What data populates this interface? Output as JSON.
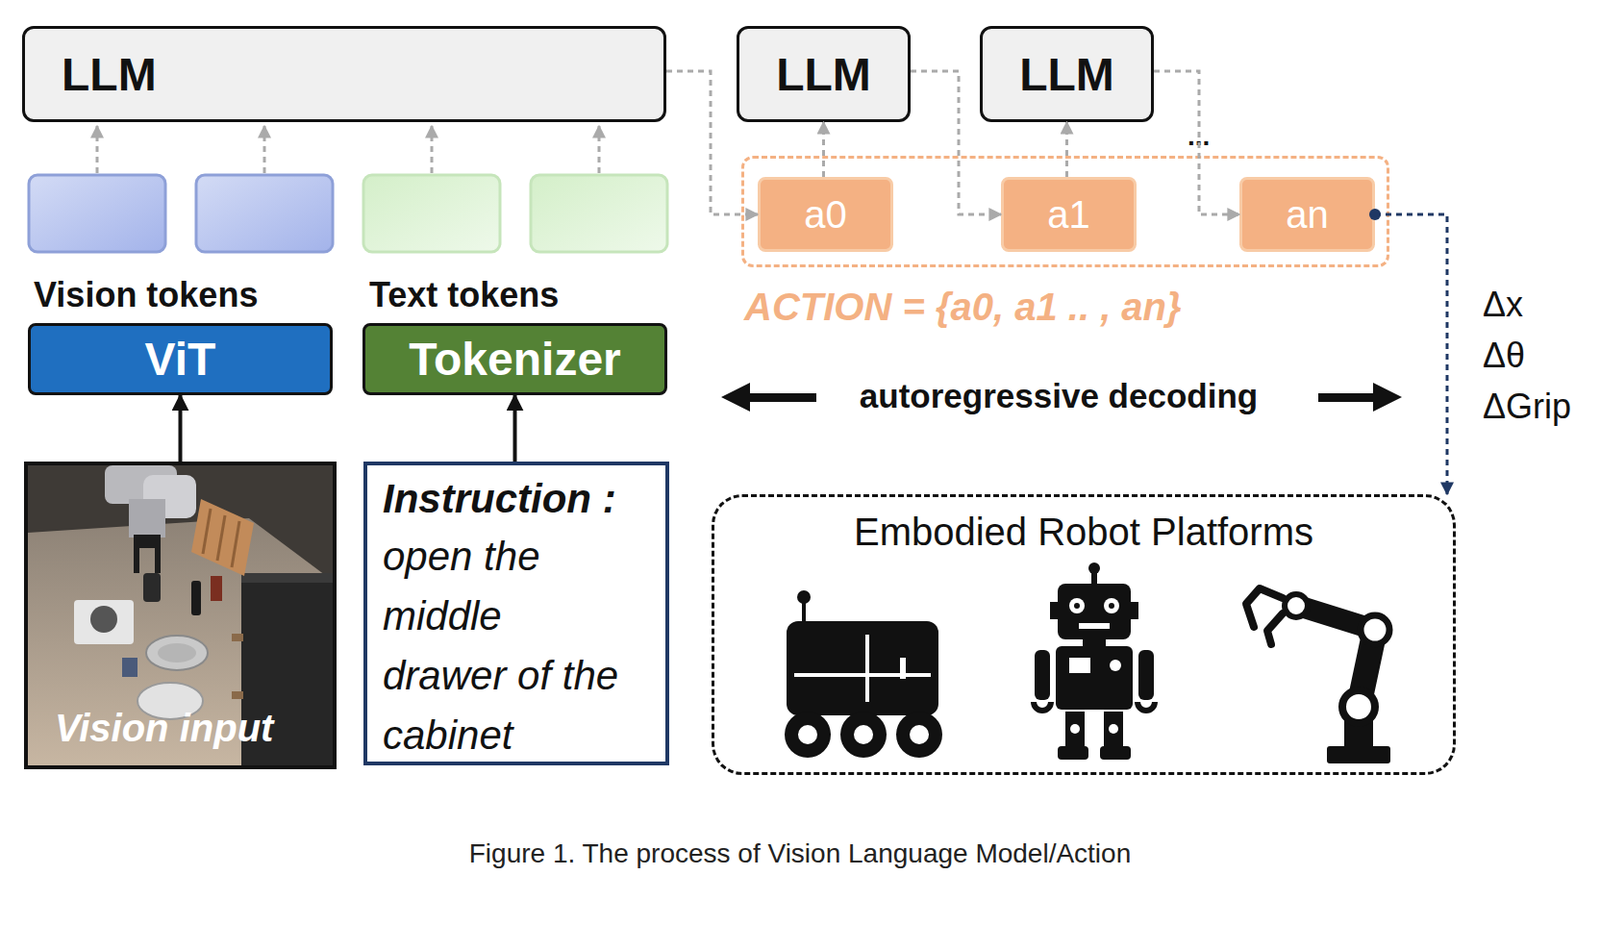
{
  "diagram": {
    "caption": "Figure 1. The process of Vision Language Model/Action",
    "nodes": [
      {
        "text": [
          "LLM"
        ]
      },
      {
        "text": [
          "LLM"
        ]
      },
      {
        "text": [
          "LLM"
        ]
      },
      {
        "text": [
          "ACTION = {a0, a1 .. , an}"
        ]
      },
      {
        "text": [
          "a0"
        ],
        "in": 3
      },
      {
        "text": [
          "a1"
        ],
        "in": 3
      },
      {
        "text": [
          "an"
        ],
        "in": 3
      },
      {
        "text": [
          "ViT"
        ]
      },
      {
        "text": [
          "Tokenizer"
        ]
      },
      {
        "text": [
          "Vision input"
        ]
      },
      {
        "text": [
          "Instruction :",
          "open the middle drawer of the cabinet"
        ]
      },
      {
        "text": [
          "Embodied Robot Platforms"
        ]
      }
    ],
    "edges": [
      {
        "from": 0,
        "to": 4,
        "arrow": "to"
      },
      {
        "from": 4,
        "to": 1,
        "arrow": "to"
      },
      {
        "from": 1,
        "to": 5,
        "arrow": "to"
      },
      {
        "from": 5,
        "to": 2,
        "arrow": "to"
      },
      {
        "from": 2,
        "to": 6,
        "arrow": "to"
      },
      {
        "from": 6,
        "to": 11,
        "arrow": "to"
      },
      {
        "from": 9,
        "to": 7,
        "arrow": "to"
      },
      {
        "from": 10,
        "to": 8,
        "arrow": "to"
      }
    ],
    "labels": [
      "Vision tokens",
      "Text tokens",
      "...",
      "autoregressive decoding",
      "Δx",
      "Δθ",
      "ΔGrip"
    ]
  }
}
